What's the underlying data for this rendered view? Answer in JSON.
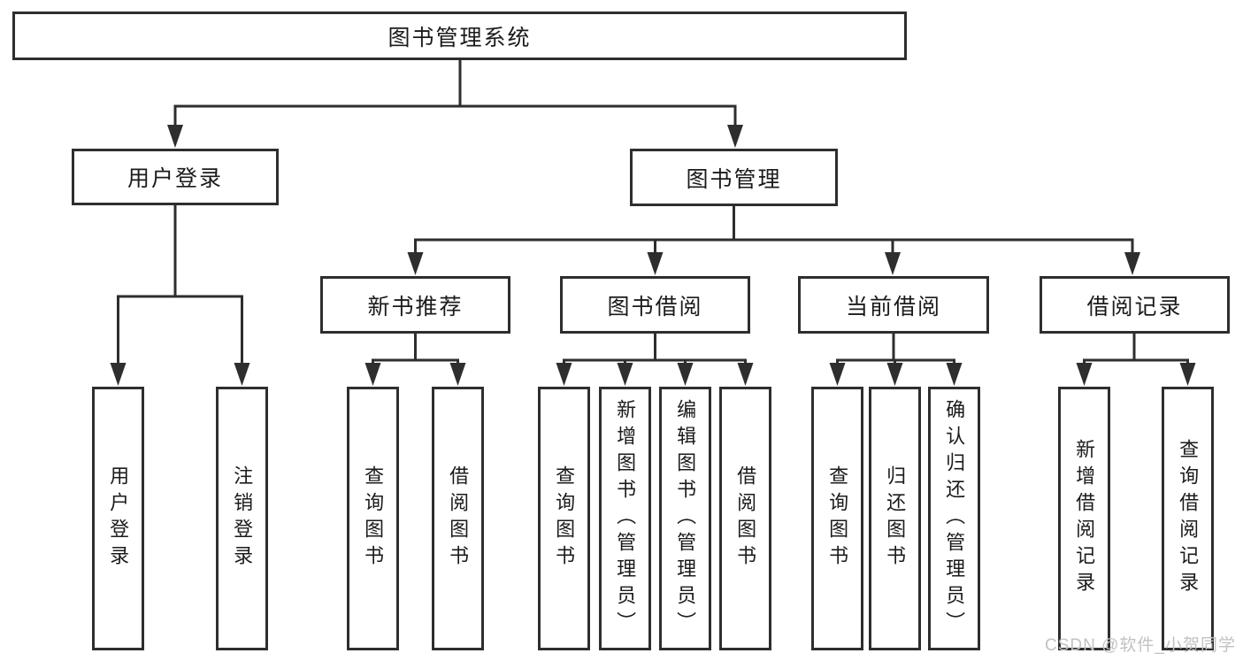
{
  "tree": {
    "root": {
      "label": "图书管理系统",
      "children": [
        {
          "label": "用户登录",
          "children": [
            {
              "label": "用户登录"
            },
            {
              "label": "注销登录"
            }
          ]
        },
        {
          "label": "图书管理",
          "children": [
            {
              "label": "新书推荐",
              "children": [
                {
                  "label": "查询图书"
                },
                {
                  "label": "借阅图书"
                }
              ]
            },
            {
              "label": "图书借阅",
              "children": [
                {
                  "label": "查询图书"
                },
                {
                  "label": "新增图书（管理员）"
                },
                {
                  "label": "编辑图书（管理员）"
                },
                {
                  "label": "借阅图书"
                }
              ]
            },
            {
              "label": "当前借阅",
              "children": [
                {
                  "label": "查询图书"
                },
                {
                  "label": "归还图书"
                },
                {
                  "label": "确认归还（管理员）"
                }
              ]
            },
            {
              "label": "借阅记录",
              "children": [
                {
                  "label": "新增借阅记录"
                },
                {
                  "label": "查询借阅记录"
                }
              ]
            }
          ]
        }
      ]
    }
  },
  "watermark": {
    "text": "CSDN @软件_小贺同学"
  },
  "colors": {
    "line": "#2e2e2e",
    "text": "#1b1b1b",
    "background": "#ffffff",
    "watermark": "#c2c2c2"
  }
}
